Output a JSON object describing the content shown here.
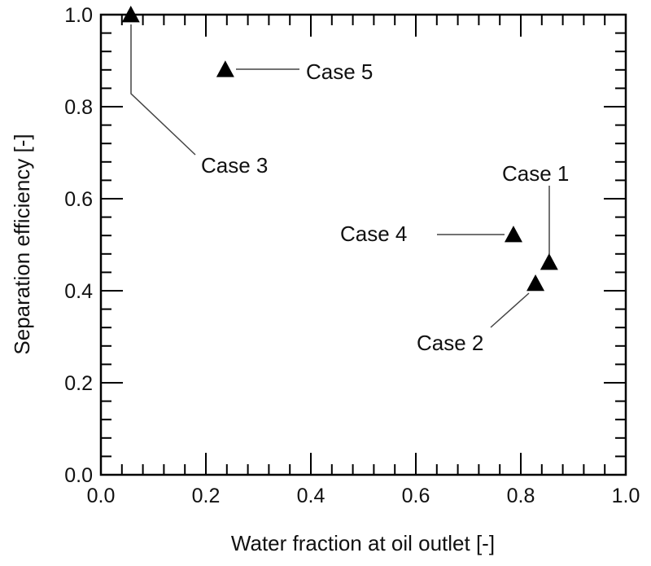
{
  "chart_data": {
    "type": "scatter",
    "title": "",
    "xlabel": "Water fraction at oil outlet [-]",
    "ylabel": "Separation efficiency [-]",
    "xlim": [
      0.0,
      1.0
    ],
    "ylim": [
      0.0,
      1.0
    ],
    "xticks": [
      "0.0",
      "0.2",
      "0.4",
      "0.6",
      "0.8",
      "1.0"
    ],
    "yticks": [
      "0.0",
      "0.2",
      "0.4",
      "0.6",
      "0.8",
      "1.0"
    ],
    "grid": false,
    "marker": "triangle",
    "marker_color": "#000000",
    "points": [
      {
        "label": "Case 1",
        "x": 0.854,
        "y": 0.462
      },
      {
        "label": "Case 2",
        "x": 0.828,
        "y": 0.416
      },
      {
        "label": "Case 3",
        "x": 0.057,
        "y": 1.0
      },
      {
        "label": "Case 4",
        "x": 0.786,
        "y": 0.522
      },
      {
        "label": "Case 5",
        "x": 0.237,
        "y": 0.881
      }
    ]
  }
}
